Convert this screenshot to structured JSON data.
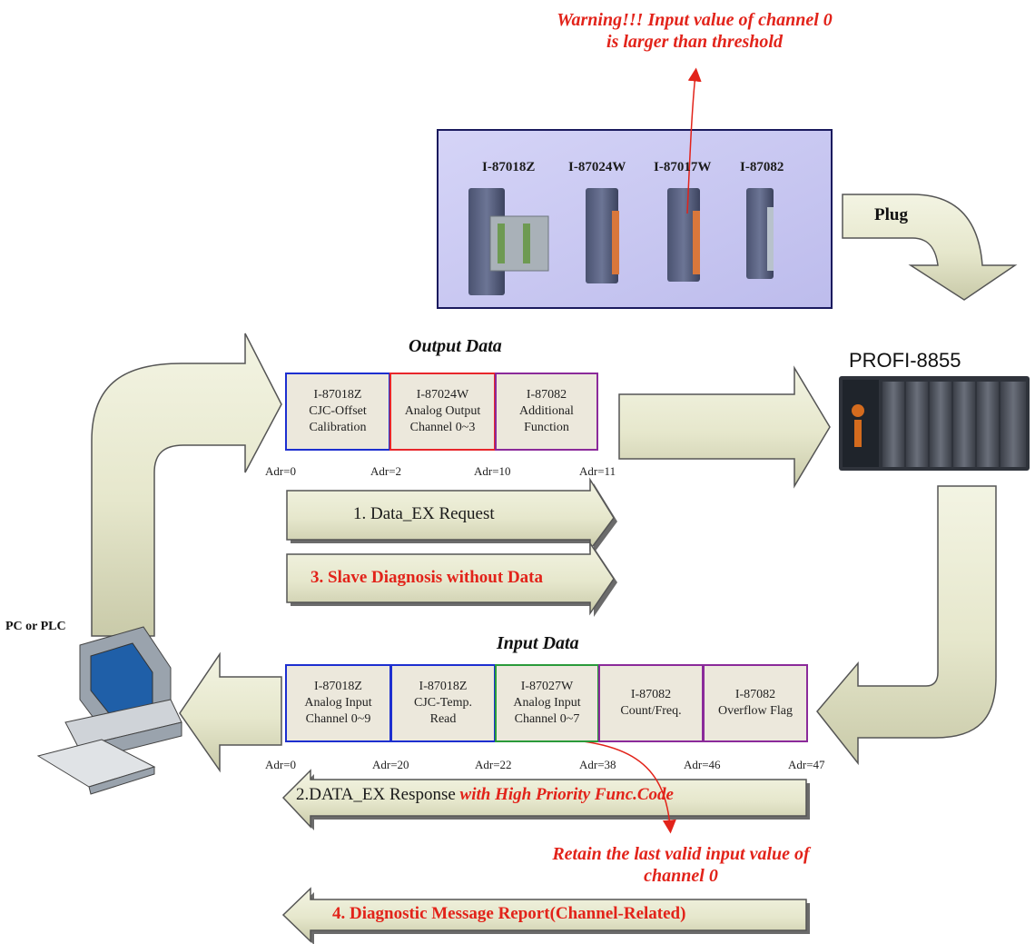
{
  "warning_top": {
    "line1": "Warning!!! Input value of channel 0",
    "line2": "is larger than threshold"
  },
  "modules_panel": {
    "modules": [
      "I-87018Z",
      "I-87024W",
      "I-87017W",
      "I-87082"
    ]
  },
  "plug_label": "Plug",
  "device_label": "PROFI-8855",
  "pc_label": "PC or PLC",
  "output_data": {
    "title": "Output Data",
    "cells": [
      {
        "name": "I-87018Z",
        "line2": "CJC-Offset",
        "line3": "Calibration"
      },
      {
        "name": "I-87024W",
        "line2": "Analog Output",
        "line3": "Channel 0~3"
      },
      {
        "name": "I-87082",
        "line2": "Additional",
        "line3": "Function"
      }
    ],
    "addresses": [
      "Adr=0",
      "Adr=2",
      "Adr=10",
      "Adr=11"
    ]
  },
  "input_data": {
    "title": "Input Data",
    "cells": [
      {
        "name": "I-87018Z",
        "line2": "Analog Input",
        "line3": "Channel 0~9"
      },
      {
        "name": "I-87018Z",
        "line2": "CJC-Temp.",
        "line3": "Read"
      },
      {
        "name": "I-87027W",
        "line2": "Analog Input",
        "line3": "Channel 0~7"
      },
      {
        "name": "I-87082",
        "line2": "Count/Freq.",
        "line3": ""
      },
      {
        "name": "I-87082",
        "line2": "Overflow Flag",
        "line3": ""
      }
    ],
    "addresses": [
      "Adr=0",
      "Adr=20",
      "Adr=22",
      "Adr=38",
      "Adr=46",
      "Adr=47"
    ]
  },
  "messages": {
    "step1": "1. Data_EX Request",
    "step3": "3. Slave Diagnosis without Data",
    "step2_plain": "2.DATA_EX Response ",
    "step2_red": "with High Priority Func.Code",
    "step4": "4. Diagnostic Message Report(Channel-Related)"
  },
  "retain_note": {
    "line1": "Retain the last valid input value of",
    "line2": "channel 0"
  },
  "colors": {
    "arrow_fill": "#e6e7cc",
    "arrow_stroke": "#555555",
    "accent_red": "#e2231a",
    "panel_fill": "#c9c8f2",
    "panel_border": "#1a1a5e",
    "cell_blue": "#1d2fd0",
    "cell_red": "#e8262b",
    "cell_purple": "#8b2a9a",
    "cell_green": "#2a9a3a"
  }
}
